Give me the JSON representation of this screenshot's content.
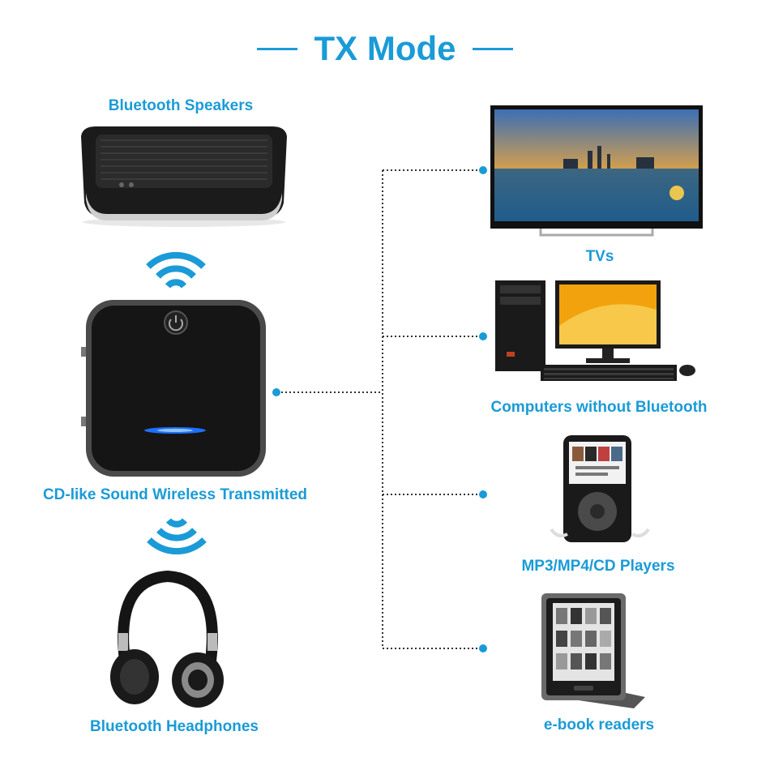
{
  "title": "TX Mode",
  "labels": {
    "speakers": "Bluetooth Speakers",
    "transmitter": "CD-like Sound Wireless Transmitted",
    "headphones": "Bluetooth Headphones",
    "tvs": "TVs",
    "computers": "Computers without Bluetooth",
    "players": "MP3/MP4/CD Players",
    "ereaders": "e-book readers"
  },
  "colors": {
    "accent": "#1a9bd7",
    "connector": "#333333",
    "device_black": "#111111"
  },
  "icons": [
    "bluetooth-speaker",
    "wireless-signal",
    "transmitter-device",
    "headphones",
    "tv",
    "desktop-computer",
    "mp3-player",
    "e-reader"
  ]
}
